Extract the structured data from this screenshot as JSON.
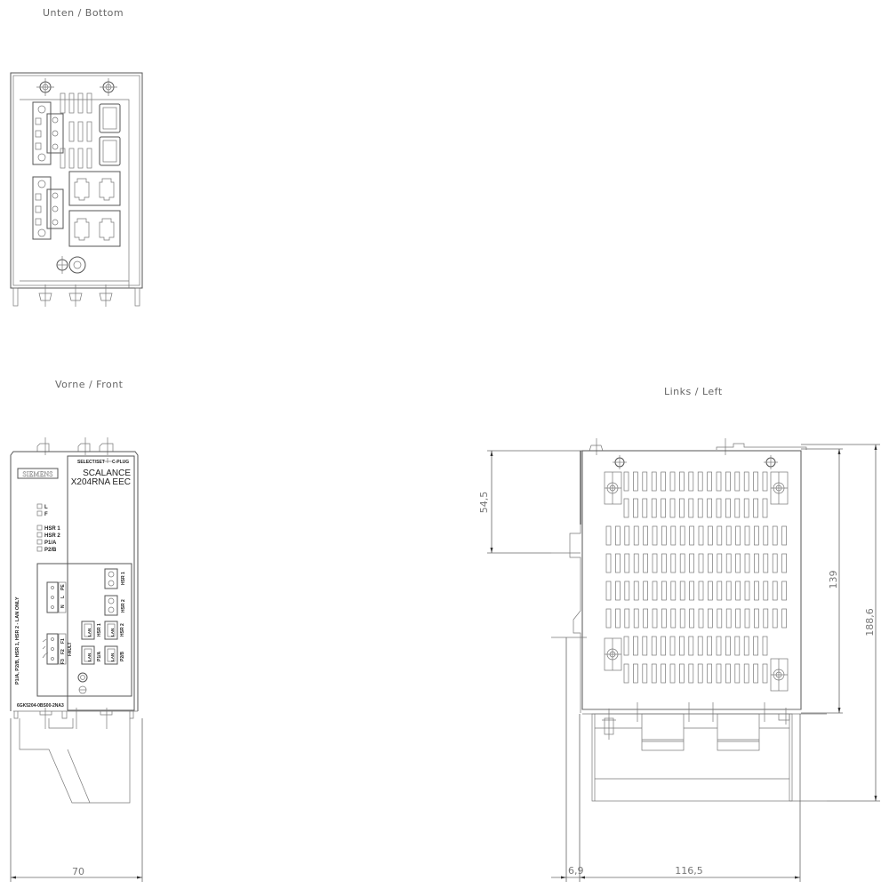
{
  "views": {
    "bottom": {
      "title": "Unten  /  Bottom"
    },
    "front": {
      "title": "Vorne  /  Front",
      "brand": "SIEMENS",
      "select_label": "SELECT/SET",
      "cplug_label": "C-PLUG",
      "product_line1": "SCALANCE",
      "product_line2": "X204RNA EEC",
      "leds": [
        "L",
        "F",
        "HSR 1",
        "HSR 2",
        "P1/A",
        "P2/B"
      ],
      "side_text": "P1/A, P2/B, HSR 1, HSR 2 - LAN ONLY",
      "power_terminals": [
        "N",
        "L",
        "PE"
      ],
      "fault_terminals": [
        "F3",
        "F2",
        "F1"
      ],
      "fault_label": "FAULT",
      "ports": [
        "HSR 1",
        "HSR 2",
        "P1/A",
        "P2/B"
      ],
      "port_glyph": "LAN",
      "fiber_ports": [
        "HSR 1",
        "HSR 2"
      ],
      "order_number": "6GK5204-0BS00-2NA3",
      "width_dimension": "70"
    },
    "left": {
      "title": "Links  /  Left",
      "dim_top_offset": "54,5",
      "dim_body_height": "139",
      "dim_total_height": "188,6",
      "dim_rail_offset": "6,9",
      "dim_depth": "116,5"
    }
  },
  "colors": {
    "line": "#555555",
    "dimension": "#777777",
    "background": "#ffffff"
  }
}
